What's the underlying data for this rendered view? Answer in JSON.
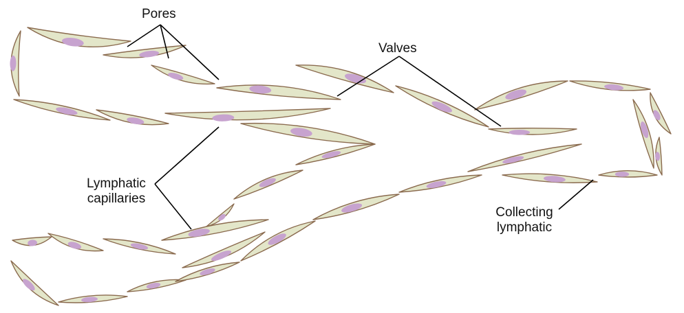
{
  "labels": {
    "pores": "Pores",
    "valves": "Valves",
    "lymphatic_capillaries": [
      "Lymphatic",
      "capillaries"
    ],
    "collecting_lymphatic": [
      "Collecting",
      "lymphatic"
    ]
  },
  "colors": {
    "cell_fill": "#e3e6c9",
    "cell_outline": "#8a6a4e",
    "nucleus": "#c7a3cf",
    "leader_line": "#000000"
  }
}
